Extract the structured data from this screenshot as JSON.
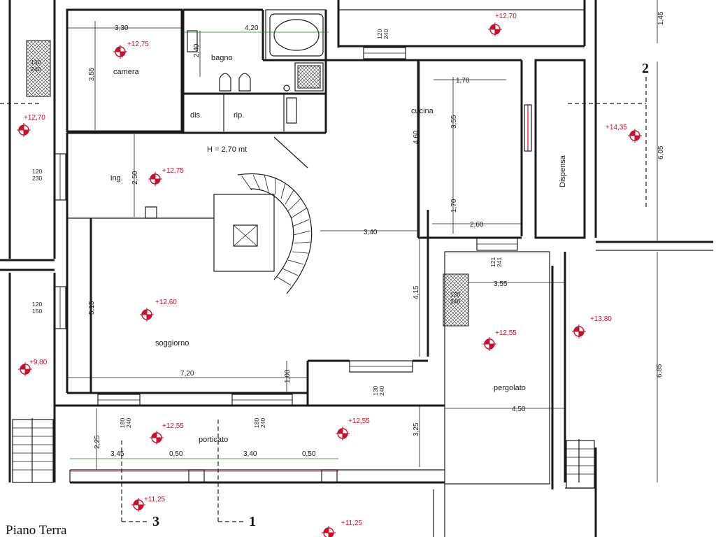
{
  "plan_title": "Piano Terra",
  "rooms": {
    "camera": "camera",
    "bagno": "bagno",
    "dis": "dis.",
    "rip": "rip.",
    "cucina": "cucina",
    "dispensa": "Dispensa",
    "ingresso": "ing.",
    "soggiorno": "soggiorno",
    "porticato": "porticato",
    "pergolato": "pergolato"
  },
  "height_note": "H = 2,70 mt",
  "section_markers": [
    "1",
    "2",
    "3"
  ],
  "dimensions": {
    "camera_w": "3,30",
    "camera_h": "3,55",
    "bagno_w": "4,20",
    "bagno_small": "2,40",
    "top_right": "1,45",
    "cucina_w": "1,70",
    "cucina_h1": "4,60",
    "cucina_h2": "3,55",
    "cucina_h3": "1,70",
    "cucina_w2": "2,60",
    "right_h": "6,05",
    "ingresso_h": "2,50",
    "stair_w": "3,40",
    "soggiorno_h": "5,15",
    "mid_h": "4,15",
    "soggiorno_w": "7,20",
    "step_h": "1,00",
    "pergolato_w1": "3,55",
    "pergolato_w2": "4,50",
    "pergolato_h": "6,85",
    "porticato_h1": "2,25",
    "porticato_h2": "3,25",
    "portico_seg1": "3,45",
    "portico_seg2": "0,50",
    "portico_seg3": "3,40",
    "portico_seg4": "0,50"
  },
  "windows": {
    "w_top": [
      "120",
      "240"
    ],
    "w_fire_left": [
      "130",
      "240"
    ],
    "w_left1": [
      "120",
      "230"
    ],
    "w_left2": [
      "120",
      "150"
    ],
    "w_kitchen": [
      "121",
      "241"
    ],
    "w_fire_right": [
      "120",
      "240"
    ],
    "w_south": [
      "130",
      "240"
    ],
    "w_portico1": [
      "180",
      "240"
    ],
    "w_portico2": [
      "180",
      "240"
    ]
  },
  "elevations": {
    "e_top": "+12,70",
    "e_camera": "+12,75",
    "e_left_top": "+12,70",
    "e_right_top": "+14,35",
    "e_ingresso": "+12,75",
    "e_soggiorno": "+12,60",
    "e_pergolato": "+12,55",
    "e_right_mid": "+13,80",
    "e_left_bottom": "+9,80",
    "e_portico_left": "+12,55",
    "e_portico_right": "+12,55",
    "e_bottom_left": "+11,25",
    "e_bottom_mid": "+11,25"
  }
}
